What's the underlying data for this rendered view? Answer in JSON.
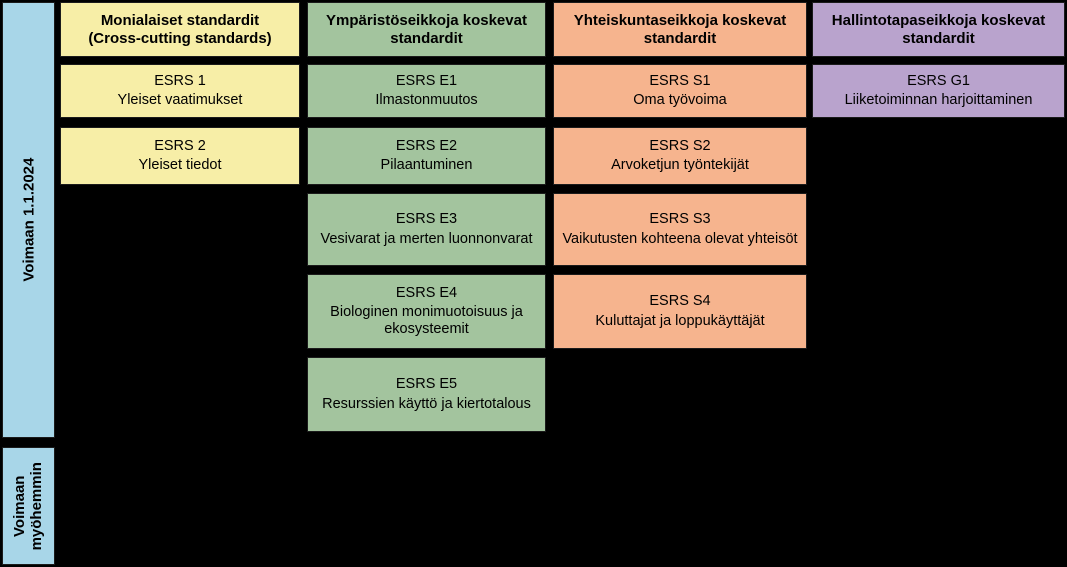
{
  "colors": {
    "background": "#000000",
    "sidebar": "#a8d6e8",
    "cross_cutting": "#f7eea7",
    "environmental": "#a3c49e",
    "social": "#f6b48e",
    "governance": "#b9a3cd",
    "border": "#1b1b1b",
    "text": "#000000"
  },
  "sidebar": {
    "effective_now": "Voimaan 1.1.2024",
    "effective_later_line1": "Voimaan",
    "effective_later_line2": "myöhemmin"
  },
  "columns": [
    {
      "key": "cross_cutting",
      "header_line1": "Monialaiset standardit",
      "header_line2": "(Cross-cutting standards)",
      "standards": [
        {
          "code": "ESRS 1",
          "title": "Yleiset vaatimukset"
        },
        {
          "code": "ESRS 2",
          "title": "Yleiset tiedot"
        }
      ]
    },
    {
      "key": "environmental",
      "header_line1": "Ympäristöseikkoja koskevat",
      "header_line2": "standardit",
      "standards": [
        {
          "code": "ESRS E1",
          "title": "Ilmastonmuutos"
        },
        {
          "code": "ESRS E2",
          "title": "Pilaantuminen"
        },
        {
          "code": "ESRS E3",
          "title": "Vesivarat ja merten luonnonvarat"
        },
        {
          "code": "ESRS E4",
          "title": "Biologinen monimuotoisuus ja ekosysteemit"
        },
        {
          "code": "ESRS E5",
          "title": "Resurssien käyttö ja kiertotalous"
        }
      ]
    },
    {
      "key": "social",
      "header_line1": "Yhteiskuntaseikkoja koskevat",
      "header_line2": "standardit",
      "standards": [
        {
          "code": "ESRS S1",
          "title": "Oma työvoima"
        },
        {
          "code": "ESRS S2",
          "title": "Arvoketjun työntekijät"
        },
        {
          "code": "ESRS S3",
          "title": "Vaikutusten kohteena olevat yhteisöt"
        },
        {
          "code": "ESRS S4",
          "title": "Kuluttajat ja loppukäyttäjät"
        }
      ]
    },
    {
      "key": "governance",
      "header_line1": "Hallintotapaseikkoja koskevat",
      "header_line2": "standardit",
      "standards": [
        {
          "code": "ESRS G1",
          "title": "Liiketoiminnan harjoittaminen"
        }
      ]
    }
  ]
}
